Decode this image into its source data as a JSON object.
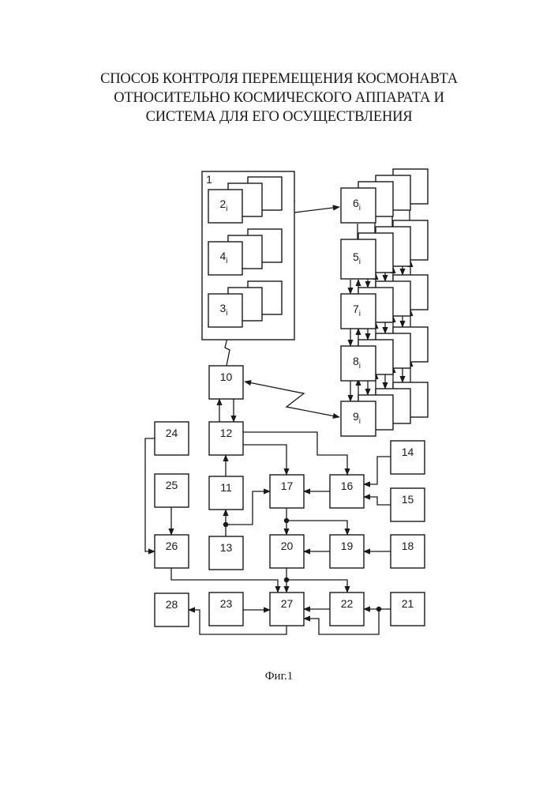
{
  "title": {
    "lines": [
      "СПОСОБ КОНТРОЛЯ ПЕРЕМЕЩЕНИЯ КОСМОНАВТА",
      "ОТНОСИТЕЛЬНО КОСМИЧЕСКОГО АППАРАТА И",
      "СИСТЕМА ДЛЯ ЕГО ОСУЩЕСТВЛЕНИЯ"
    ]
  },
  "caption": "Фиг.1",
  "diagram": {
    "group_label": "1",
    "subscript": "i",
    "stacked_blocks": [
      {
        "id": "2",
        "label": "2"
      },
      {
        "id": "4",
        "label": "4"
      },
      {
        "id": "3",
        "label": "3"
      },
      {
        "id": "6",
        "label": "6"
      },
      {
        "id": "5",
        "label": "5"
      },
      {
        "id": "7",
        "label": "7"
      },
      {
        "id": "8",
        "label": "8"
      },
      {
        "id": "9",
        "label": "9"
      }
    ],
    "blocks": [
      {
        "id": "10",
        "label": "10"
      },
      {
        "id": "11",
        "label": "11"
      },
      {
        "id": "12",
        "label": "12"
      },
      {
        "id": "13",
        "label": "13"
      },
      {
        "id": "14",
        "label": "14"
      },
      {
        "id": "15",
        "label": "15"
      },
      {
        "id": "16",
        "label": "16"
      },
      {
        "id": "17",
        "label": "17"
      },
      {
        "id": "18",
        "label": "18"
      },
      {
        "id": "19",
        "label": "19"
      },
      {
        "id": "20",
        "label": "20"
      },
      {
        "id": "21",
        "label": "21"
      },
      {
        "id": "22",
        "label": "22"
      },
      {
        "id": "23",
        "label": "23"
      },
      {
        "id": "24",
        "label": "24"
      },
      {
        "id": "25",
        "label": "25"
      },
      {
        "id": "26",
        "label": "26"
      },
      {
        "id": "27",
        "label": "27"
      },
      {
        "id": "28",
        "label": "28"
      }
    ],
    "connections": [
      {
        "from": "3",
        "to": "4"
      },
      {
        "from": "4",
        "to": "2"
      },
      {
        "from": "2",
        "to": "6",
        "type": "wireless"
      },
      {
        "from": "10",
        "to": "3",
        "type": "wireless"
      },
      {
        "from": "10",
        "to": "9",
        "type": "wireless-bidirectional"
      },
      {
        "from": "12",
        "to": "10"
      },
      {
        "from": "10",
        "to": "12"
      },
      {
        "from": "11",
        "to": "12"
      },
      {
        "from": "13",
        "to": "11"
      },
      {
        "from": "13",
        "to": "17"
      },
      {
        "from": "12",
        "to": "17"
      },
      {
        "from": "12",
        "to": "16"
      },
      {
        "from": "14",
        "to": "16"
      },
      {
        "from": "15",
        "to": "16"
      },
      {
        "from": "16",
        "to": "17"
      },
      {
        "from": "17",
        "to": "20"
      },
      {
        "from": "17",
        "to": "19"
      },
      {
        "from": "18",
        "to": "19"
      },
      {
        "from": "19",
        "to": "20"
      },
      {
        "from": "24",
        "to": "26"
      },
      {
        "from": "25",
        "to": "26"
      },
      {
        "from": "26",
        "to": "27"
      },
      {
        "from": "20",
        "to": "27"
      },
      {
        "from": "20",
        "to": "22"
      },
      {
        "from": "21",
        "to": "22"
      },
      {
        "from": "21",
        "to": "27"
      },
      {
        "from": "22",
        "to": "27"
      },
      {
        "from": "23",
        "to": "27"
      },
      {
        "from": "27",
        "to": "28"
      }
    ]
  }
}
